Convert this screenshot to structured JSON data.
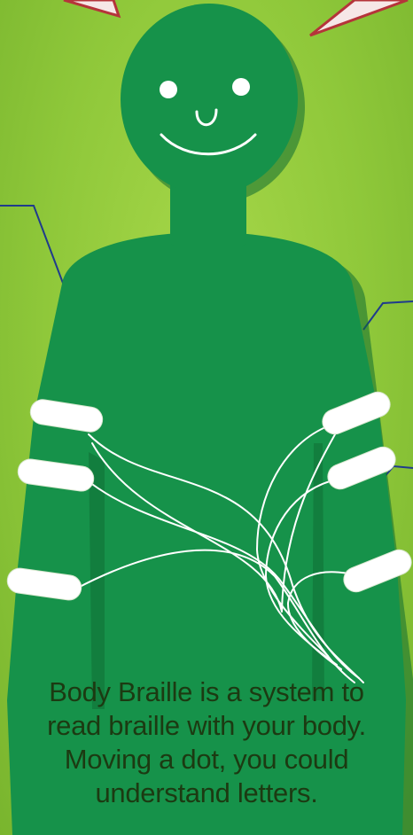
{
  "caption": {
    "line1": "Body Braille is  a system to",
    "line2": "read braille with your body.",
    "line3": "Moving a dot, you could",
    "line4": "understand letters."
  },
  "colors": {
    "background": "#8fc83a",
    "figure": "#16924a",
    "figure_shadow": "#0f6b32",
    "face_lines": "#ffffff",
    "bands": "#ffffff",
    "wires": "#ffffff",
    "leader_lines": "#1f3b8c",
    "arrow_fill": "#f6e7e7",
    "arrow_stroke": "#b5343a",
    "caption_text": "#1c3a12"
  },
  "icons": {
    "figure": "human-silhouette-icon",
    "face": "smiley-face-icon",
    "bands": "vibration-band-icon"
  }
}
